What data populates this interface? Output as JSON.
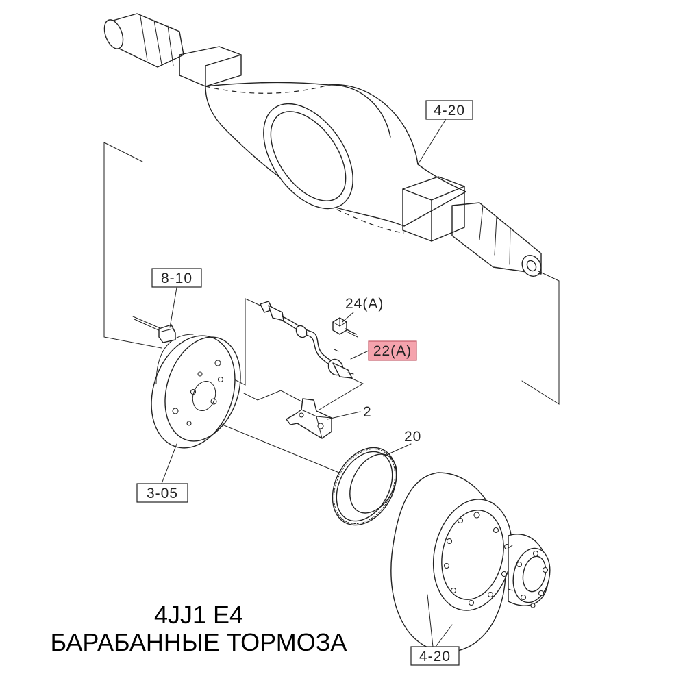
{
  "labels": {
    "axle_ref_top": "4-20",
    "wire_ref": "8-10",
    "bolt": "24(A)",
    "sensor": "22(A)",
    "bracket": "2",
    "ring": "20",
    "backplate_ref": "3-05",
    "drum_ref_bottom": "4-20"
  },
  "caption": {
    "line1": "4JJ1 E4",
    "line2": "БАРАБАННЫЕ ТОРМОЗА"
  },
  "colors": {
    "highlight": "#f5a3ad",
    "line": "#222222"
  }
}
